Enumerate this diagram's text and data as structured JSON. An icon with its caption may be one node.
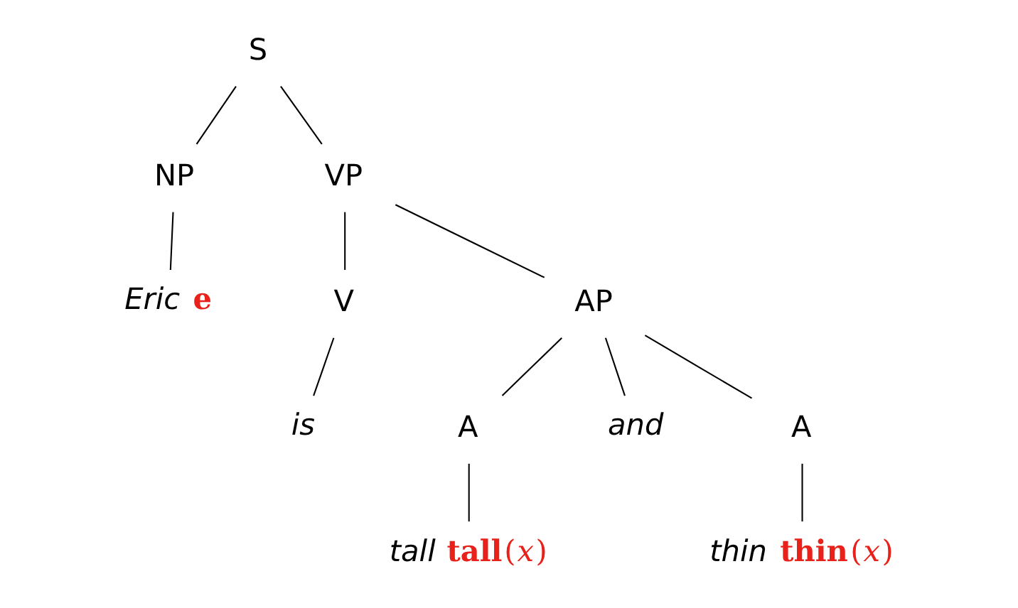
{
  "diagram": {
    "nodes": [
      {
        "text": [
          "S"
        ]
      },
      {
        "text": [
          "NP"
        ]
      },
      {
        "text": [
          "VP"
        ]
      },
      {
        "text": [
          "Eric"
        ],
        "beside": [
          "**e**"
        ]
      },
      {
        "text": [
          "V"
        ]
      },
      {
        "text": [
          "AP"
        ]
      },
      {
        "text": [
          "is"
        ]
      },
      {
        "text": [
          "A"
        ]
      },
      {
        "text": [
          "and"
        ]
      },
      {
        "text": [
          "A"
        ]
      },
      {
        "text": [
          "tall"
        ],
        "beside": [
          "**tall**(*x*)"
        ]
      },
      {
        "text": [
          "thin"
        ],
        "beside": [
          "**thin**(*x*)"
        ]
      }
    ],
    "edges": [
      {
        "from": 0,
        "to": 1,
        "arrow": "none"
      },
      {
        "from": 0,
        "to": 2,
        "arrow": "none"
      },
      {
        "from": 1,
        "to": 3,
        "arrow": "none"
      },
      {
        "from": 2,
        "to": 4,
        "arrow": "none"
      },
      {
        "from": 2,
        "to": 5,
        "arrow": "none"
      },
      {
        "from": 4,
        "to": 6,
        "arrow": "none"
      },
      {
        "from": 5,
        "to": 7,
        "arrow": "none"
      },
      {
        "from": 5,
        "to": 8,
        "arrow": "none"
      },
      {
        "from": 5,
        "to": 9,
        "arrow": "none"
      },
      {
        "from": 7,
        "to": 10,
        "arrow": "none"
      },
      {
        "from": 9,
        "to": 11,
        "arrow": "none"
      }
    ]
  }
}
